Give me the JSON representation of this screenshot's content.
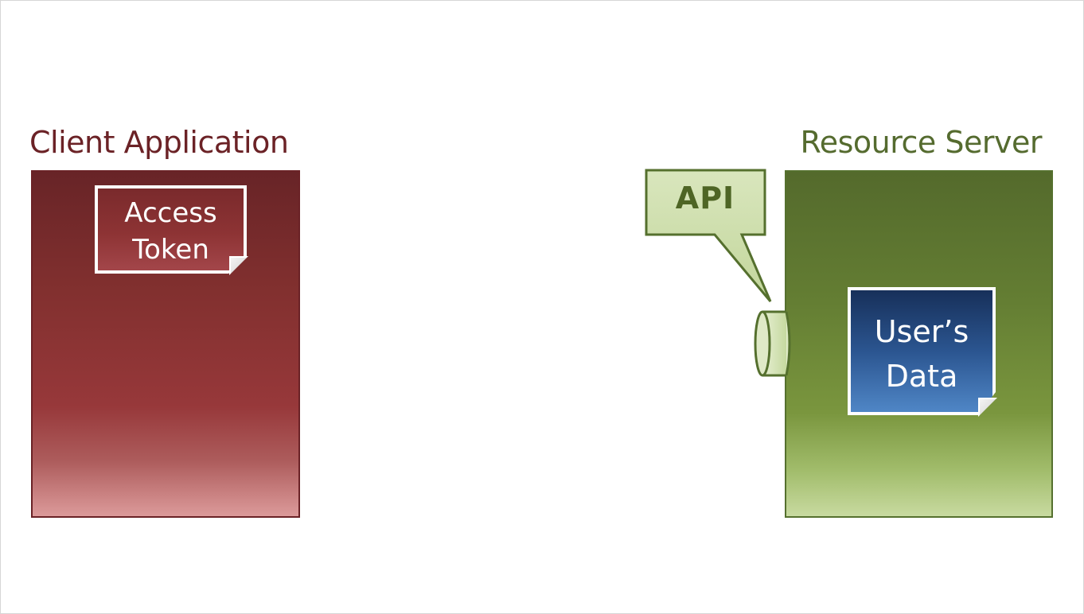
{
  "client": {
    "title": "Client Application",
    "token_label_line1": "Access",
    "token_label_line2": "Token",
    "color": "#6b2226"
  },
  "server": {
    "title": "Resource Server",
    "api_label": "API",
    "data_label_line1": "User’s",
    "data_label_line2": "Data",
    "color": "#556b2f"
  }
}
